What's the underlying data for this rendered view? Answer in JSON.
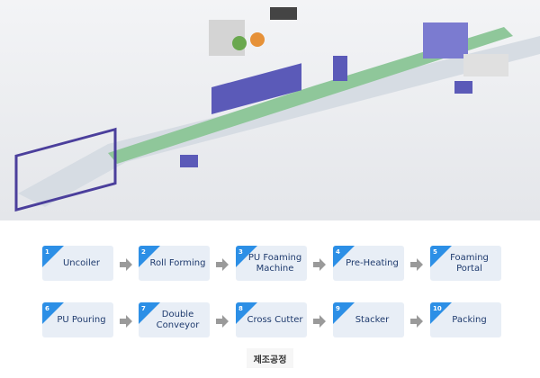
{
  "steps": [
    {
      "num": "1",
      "label": "Uncoiler"
    },
    {
      "num": "2",
      "label": "Roll Forming"
    },
    {
      "num": "3",
      "label": "PU Foaming Machine"
    },
    {
      "num": "4",
      "label": "Pre-Heating"
    },
    {
      "num": "5",
      "label": "Foaming Portal"
    },
    {
      "num": "6",
      "label": "PU Pouring"
    },
    {
      "num": "7",
      "label": "Double Conveyor"
    },
    {
      "num": "8",
      "label": "Cross Cutter"
    },
    {
      "num": "9",
      "label": "Stacker"
    },
    {
      "num": "10",
      "label": "Packing"
    }
  ],
  "caption": "제조공정",
  "colors": {
    "accent": "#2c8fe6",
    "box": "#e8eef6",
    "arrow": "#9a9a9a"
  }
}
